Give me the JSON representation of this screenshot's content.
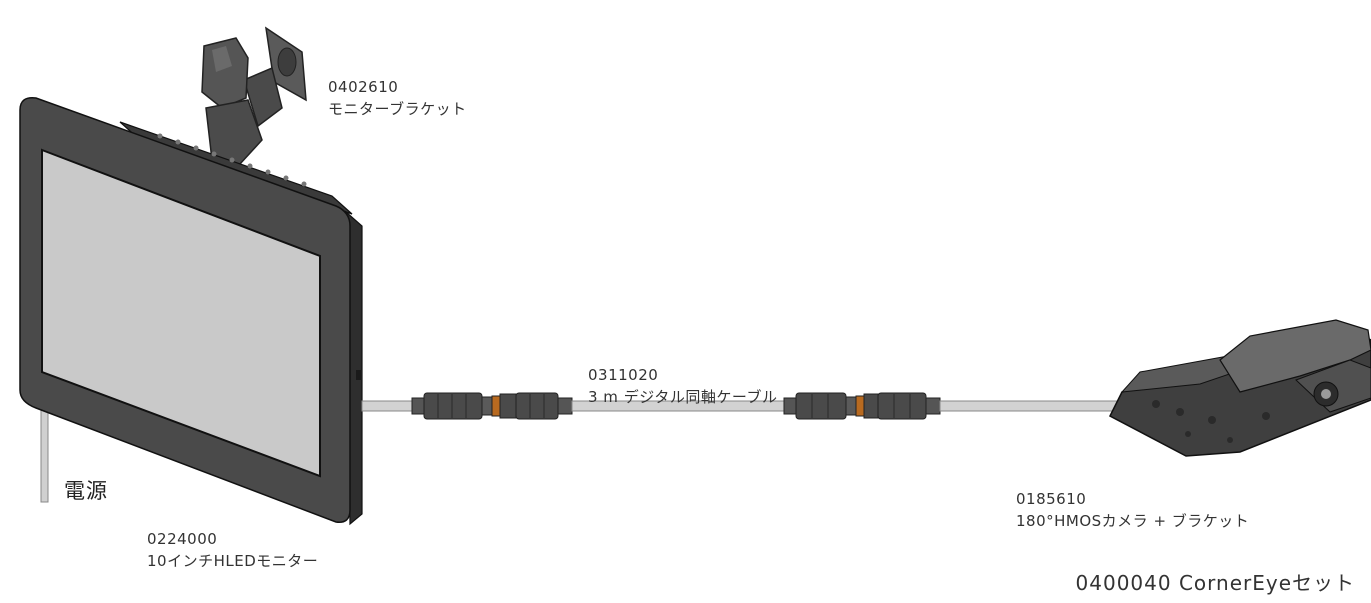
{
  "parts": {
    "bracket": {
      "code": "0402610",
      "name": "モニターブラケット"
    },
    "cable": {
      "code": "0311020",
      "name": "3 m デジタル同軸ケーブル"
    },
    "camera": {
      "code": "0185610",
      "name": "180°HMOSカメラ + ブラケット"
    },
    "monitor": {
      "code": "0224000",
      "name": "10インチHLEDモニター"
    }
  },
  "power_label": "電源",
  "set_label": "0400040 CornerEyeセット",
  "colors": {
    "body": "#4a4a4a",
    "screen": "#c9c9c9",
    "cable": "#d2d2d2",
    "text": "#333333"
  }
}
